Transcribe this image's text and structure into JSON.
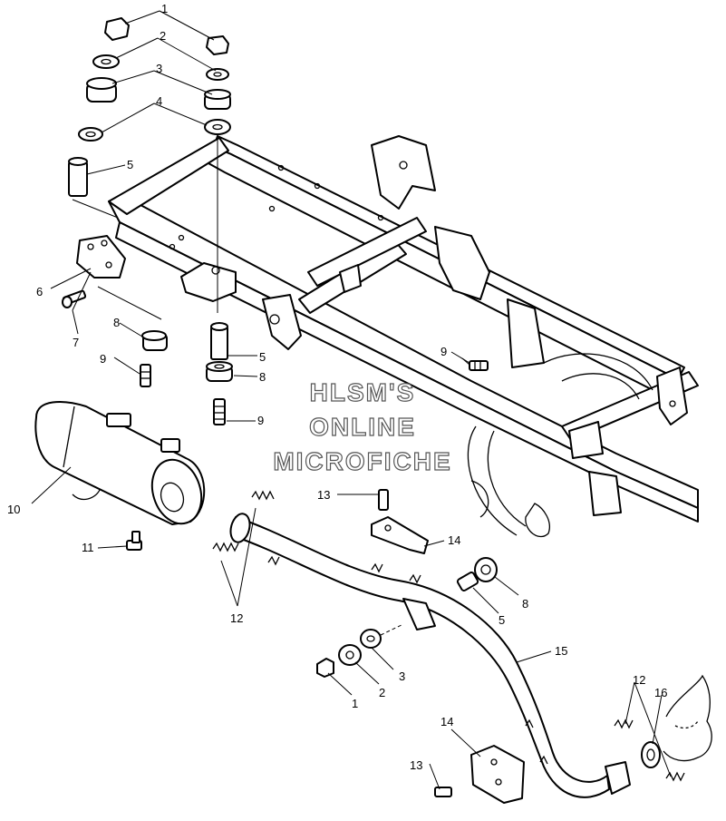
{
  "watermark": {
    "line1": "HLSM'S",
    "line2": "ONLINE",
    "line3": "MICROFICHE"
  },
  "callouts": [
    "1",
    "2",
    "3",
    "4",
    "5",
    "6",
    "7",
    "8",
    "9",
    "10",
    "11",
    "12",
    "13",
    "14",
    "15",
    "16"
  ]
}
